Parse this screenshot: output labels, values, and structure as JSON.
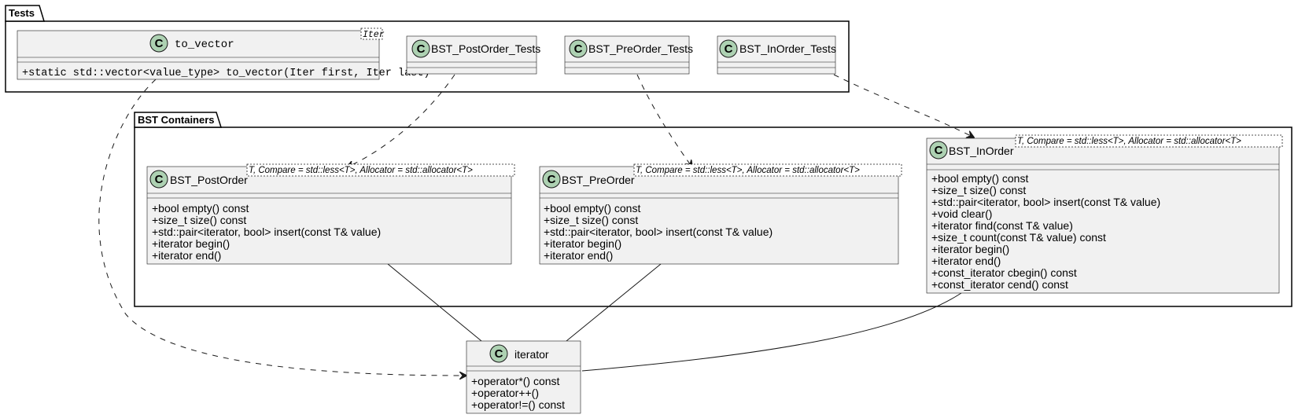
{
  "packages": {
    "tests": {
      "title": "Tests"
    },
    "containers": {
      "title": "BST Containers"
    }
  },
  "class_badge_letter": "C",
  "classes": {
    "to_vector": {
      "name": "to_vector",
      "template_params": "Iter",
      "members": [
        "+static std::vector<value_type> to_vector(Iter first, Iter last)"
      ]
    },
    "bst_postorder_tests": {
      "name": "BST_PostOrder_Tests",
      "members": []
    },
    "bst_preorder_tests": {
      "name": "BST_PreOrder_Tests",
      "members": []
    },
    "bst_inorder_tests": {
      "name": "BST_InOrder_Tests",
      "members": []
    },
    "bst_postorder": {
      "name": "BST_PostOrder",
      "template_params": "T, Compare = std::less<T>, Allocator = std::allocator<T>",
      "members": [
        "+bool empty() const",
        "+size_t size() const",
        "+std::pair<iterator, bool> insert(const T& value)",
        "+iterator begin()",
        "+iterator end()"
      ]
    },
    "bst_preorder": {
      "name": "BST_PreOrder",
      "template_params": "T, Compare = std::less<T>, Allocator = std::allocator<T>",
      "members": [
        "+bool empty() const",
        "+size_t size() const",
        "+std::pair<iterator, bool> insert(const T& value)",
        "+iterator begin()",
        "+iterator end()"
      ]
    },
    "bst_inorder": {
      "name": "BST_InOrder",
      "template_params": "T, Compare = std::less<T>, Allocator = std::allocator<T>",
      "members": [
        "+bool empty() const",
        "+size_t size() const",
        "+std::pair<iterator, bool> insert(const T& value)",
        "+void clear()",
        "+iterator find(const T& value)",
        "+size_t count(const T& value) const",
        "+iterator begin()",
        "+iterator end()",
        "+const_iterator cbegin() const",
        "+const_iterator cend() const"
      ]
    },
    "iterator": {
      "name": "iterator",
      "members": [
        "+operator*() const",
        "+operator++()",
        "+operator!=() const"
      ]
    }
  },
  "relations": [
    {
      "from": "BST_PostOrder_Tests",
      "to": "BST_PostOrder",
      "kind": "dependency"
    },
    {
      "from": "BST_PreOrder_Tests",
      "to": "BST_PreOrder",
      "kind": "dependency"
    },
    {
      "from": "BST_InOrder_Tests",
      "to": "BST_InOrder",
      "kind": "dependency"
    },
    {
      "from": "to_vector",
      "to": "iterator",
      "kind": "dependency"
    },
    {
      "from": "BST_PostOrder",
      "to": "iterator",
      "kind": "association"
    },
    {
      "from": "BST_PreOrder",
      "to": "iterator",
      "kind": "association"
    },
    {
      "from": "BST_InOrder",
      "to": "iterator",
      "kind": "association"
    }
  ]
}
